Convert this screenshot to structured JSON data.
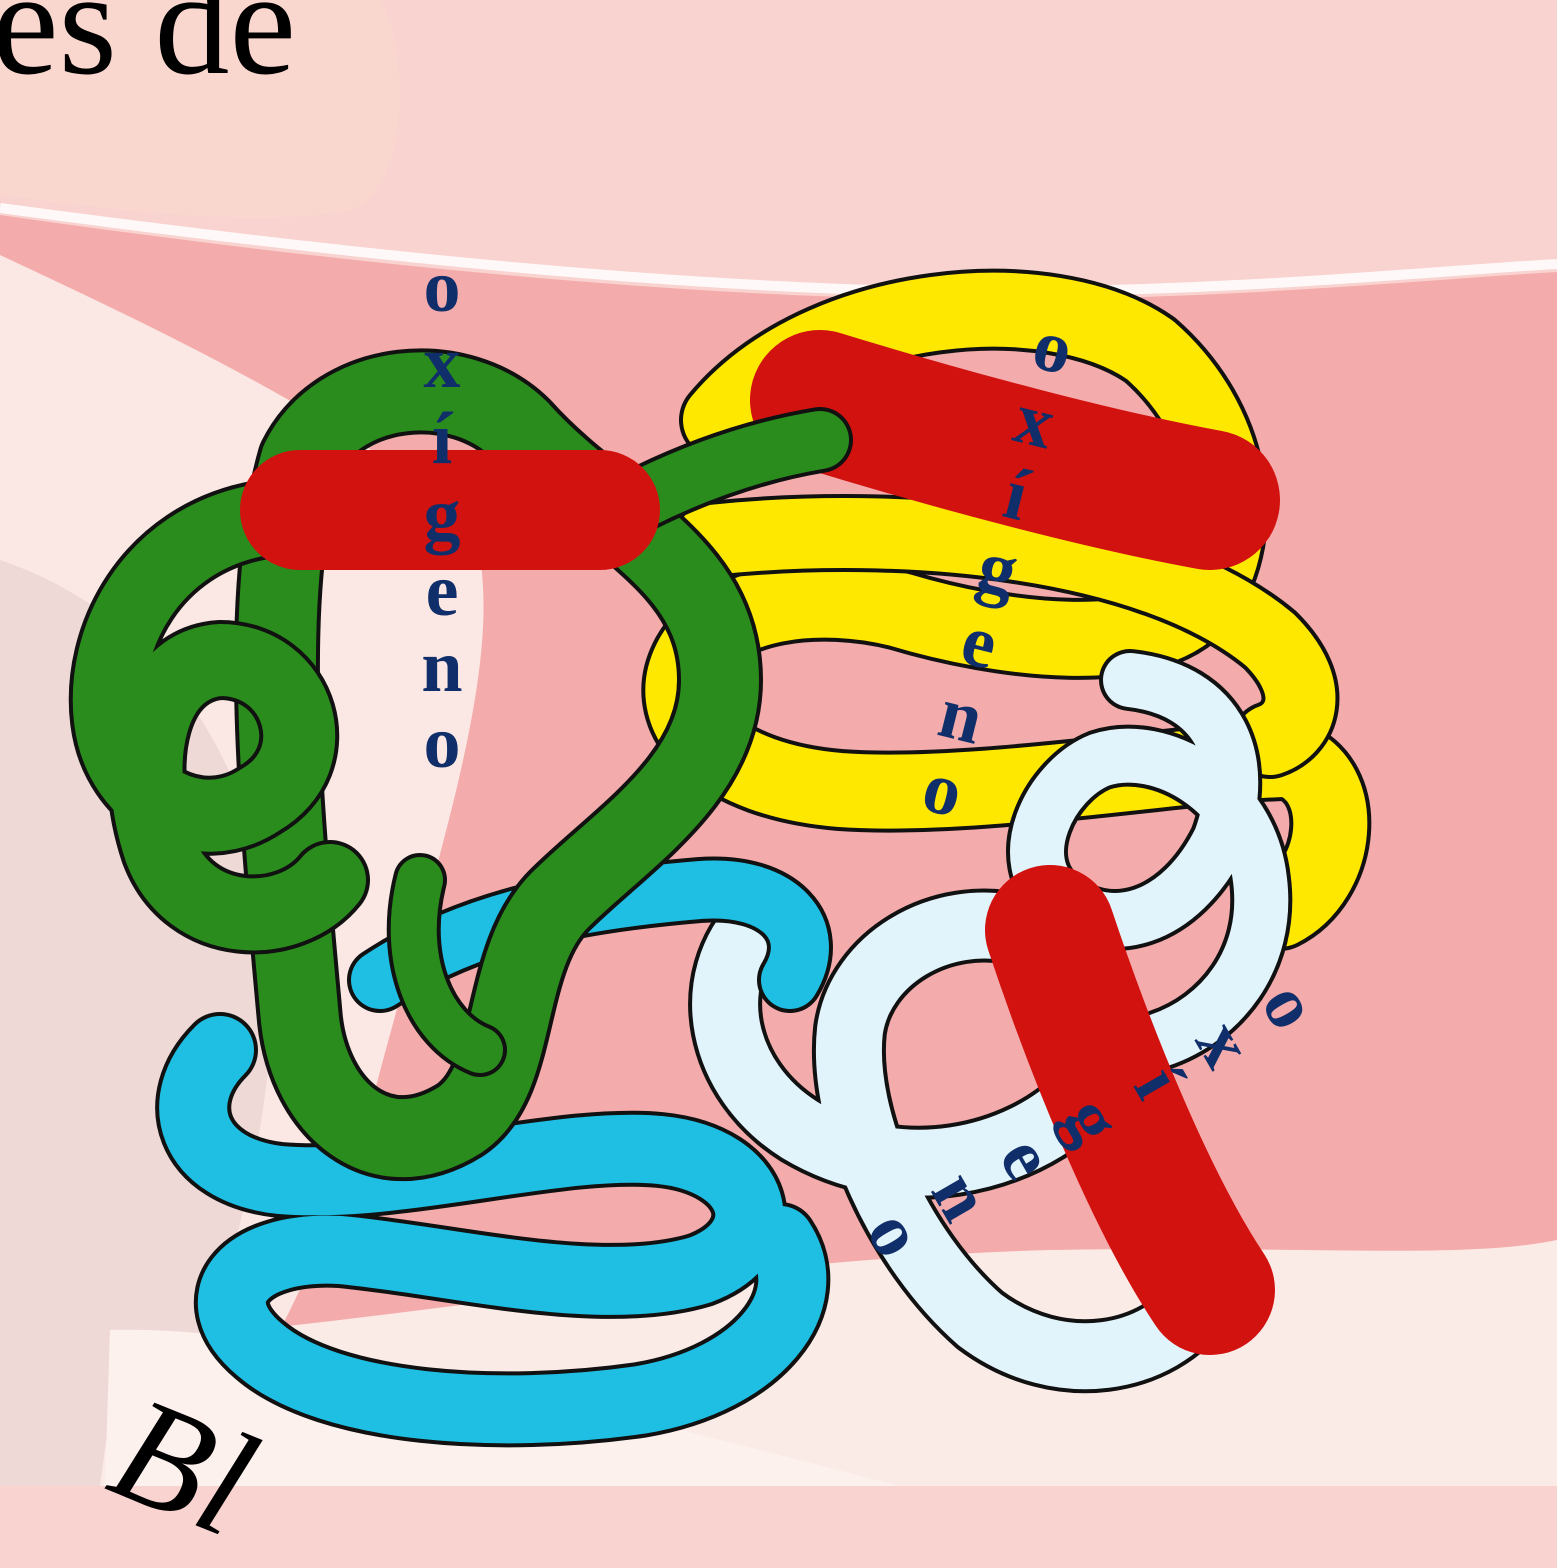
{
  "top_text": "es de",
  "bottom_text": "Bl",
  "tanks": [
    {
      "label": "oxígeno"
    },
    {
      "label": "oxígeno"
    },
    {
      "label": "oxígeno"
    }
  ],
  "colors": {
    "background": "#f9d3d0",
    "band": "#f4abab",
    "protein_green": "#2a8c1c",
    "protein_red": "#d2120f",
    "protein_yellow": "#ffe800",
    "protein_blue": "#1fbfe4",
    "protein_lightblue": "#e2f4fb",
    "tank_silver": "#c9c9c9",
    "tank_text": "#102e69"
  },
  "icons": [
    "protein-ribbon-illustration",
    "oxygen-tank-icon"
  ]
}
